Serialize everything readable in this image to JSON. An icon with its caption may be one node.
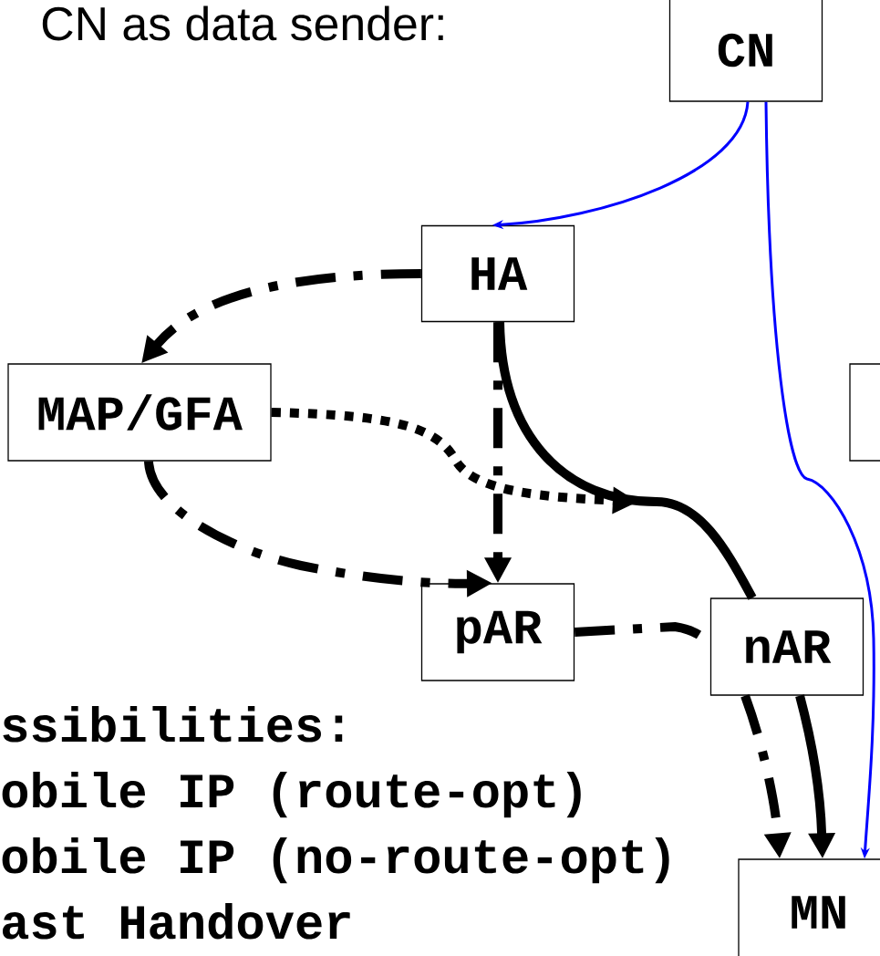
{
  "diagram": {
    "title": "CN as data sender:",
    "nodes": [
      {
        "text": [
          "CN"
        ]
      },
      {
        "text": [
          "HA"
        ]
      },
      {
        "text": [
          "MAP/GFA"
        ]
      },
      {
        "text": [],
        "shape": "box"
      },
      {
        "text": [
          "pAR"
        ]
      },
      {
        "text": [
          "nAR"
        ]
      },
      {
        "text": [
          "MN"
        ]
      }
    ],
    "edges": [
      {
        "from": 0,
        "to": 1,
        "arrow": "to",
        "color": "#0000ff"
      },
      {
        "from": 0,
        "to": 6,
        "arrow": "to",
        "color": "#0000ff"
      },
      {
        "from": 1,
        "to": 2,
        "arrow": "to",
        "style": "dashed"
      },
      {
        "from": 1,
        "to": 4,
        "arrow": "to",
        "style": "dashed"
      },
      {
        "from": 1,
        "to": 5,
        "arrow": "none"
      },
      {
        "from": 2,
        "to": null,
        "arrow": "to",
        "style": "dashed"
      },
      {
        "from": 2,
        "to": 4,
        "arrow": "to",
        "style": "dashed"
      },
      {
        "from": 4,
        "to": 5,
        "arrow": "none",
        "style": "dashed"
      },
      {
        "from": 5,
        "to": 6,
        "arrow": "to"
      },
      {
        "from": 5,
        "to": 6,
        "arrow": "to",
        "style": "dashed"
      }
    ],
    "labels": [
      "ssibilities:",
      "obile IP (route-opt)",
      "obile IP (no-route-opt)",
      "ast Handover"
    ]
  }
}
